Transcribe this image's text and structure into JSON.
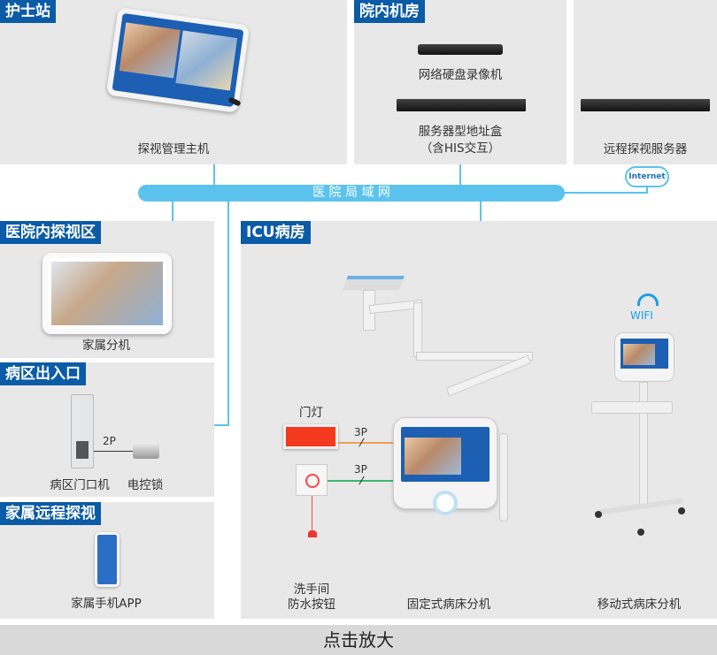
{
  "nurse_station": {
    "title": "护士站",
    "device": "探视管理主机"
  },
  "server_room": {
    "title": "院内机房",
    "nvr": "网络硬盘录像机",
    "addr_box_line1": "服务器型地址盒",
    "addr_box_line2": "（含HIS交互）"
  },
  "remote_server": {
    "device": "远程探视服务器"
  },
  "network": {
    "lan": "医 院 局 域 网",
    "internet": "Internet"
  },
  "visit_area": {
    "title": "医院内探视区",
    "device": "家属分机"
  },
  "ward_entrance": {
    "title": "病区出入口",
    "wire": "2P",
    "door_unit": "病区门口机",
    "lock": "电控锁"
  },
  "remote_visit": {
    "title": "家属远程探视",
    "device": "家属手机APP"
  },
  "icu": {
    "title": "ICU病房",
    "door_light": "门灯",
    "wire1": "3P",
    "wire2": "3P",
    "button_line1": "洗手间",
    "button_line2": "防水按钮",
    "fixed": "固定式病床分机",
    "mobile": "移动式病床分机",
    "wifi": "WIFI"
  },
  "footer": {
    "zoom": "点击放大"
  },
  "colors": {
    "tag": "#0b5ba6",
    "lan": "#5bc2ee",
    "orange_wire": "#f0a050",
    "green_wire": "#3cb86a"
  }
}
